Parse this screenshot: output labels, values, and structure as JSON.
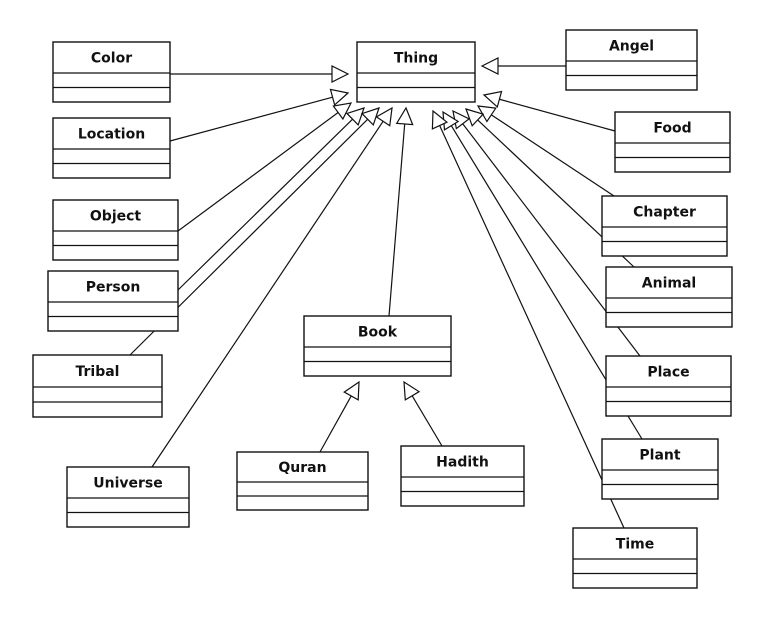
{
  "diagram": {
    "root": "Thing",
    "classes": [
      {
        "id": "thing",
        "name": "Thing"
      },
      {
        "id": "color",
        "name": "Color"
      },
      {
        "id": "location",
        "name": "Location"
      },
      {
        "id": "object",
        "name": "Object"
      },
      {
        "id": "person",
        "name": "Person"
      },
      {
        "id": "tribal",
        "name": "Tribal"
      },
      {
        "id": "universe",
        "name": "Universe"
      },
      {
        "id": "book",
        "name": "Book"
      },
      {
        "id": "quran",
        "name": "Quran"
      },
      {
        "id": "hadith",
        "name": "Hadith"
      },
      {
        "id": "angel",
        "name": "Angel"
      },
      {
        "id": "food",
        "name": "Food"
      },
      {
        "id": "chapter",
        "name": "Chapter"
      },
      {
        "id": "animal",
        "name": "Animal"
      },
      {
        "id": "place",
        "name": "Place"
      },
      {
        "id": "plant",
        "name": "Plant"
      },
      {
        "id": "time",
        "name": "Time"
      }
    ],
    "generalizations": [
      {
        "child": "color",
        "parent": "thing"
      },
      {
        "child": "location",
        "parent": "thing"
      },
      {
        "child": "object",
        "parent": "thing"
      },
      {
        "child": "person",
        "parent": "thing"
      },
      {
        "child": "tribal",
        "parent": "thing"
      },
      {
        "child": "universe",
        "parent": "thing"
      },
      {
        "child": "book",
        "parent": "thing"
      },
      {
        "child": "angel",
        "parent": "thing"
      },
      {
        "child": "food",
        "parent": "thing"
      },
      {
        "child": "chapter",
        "parent": "thing"
      },
      {
        "child": "animal",
        "parent": "thing"
      },
      {
        "child": "place",
        "parent": "thing"
      },
      {
        "child": "plant",
        "parent": "thing"
      },
      {
        "child": "time",
        "parent": "thing"
      },
      {
        "child": "quran",
        "parent": "book"
      },
      {
        "child": "hadith",
        "parent": "book"
      }
    ]
  }
}
